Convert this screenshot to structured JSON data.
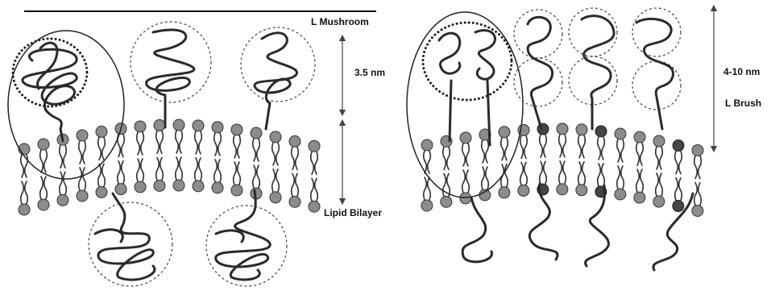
{
  "labels": {
    "mushroom": "L Mushroom",
    "thickness_mushroom": "3.5 nm",
    "bilayer": "Lipid Bilayer",
    "thickness_brush": "4-10 nm",
    "brush": "L Brush"
  }
}
